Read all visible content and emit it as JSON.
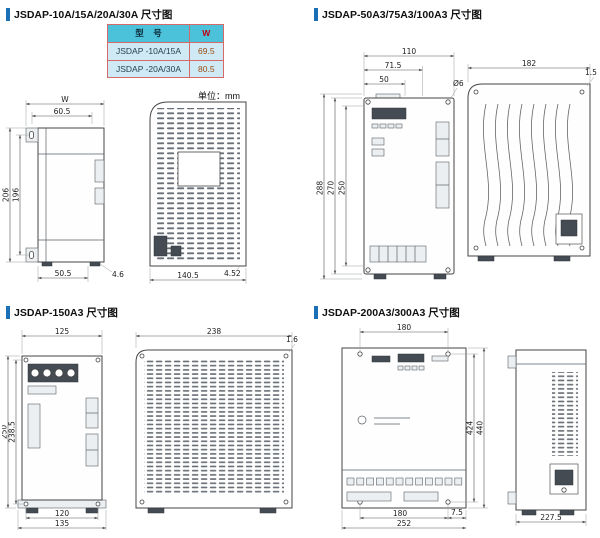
{
  "sections": {
    "s1": {
      "title": "JSDAP-10A/15A/20A/30A 尺寸图",
      "unit_note": "单位：mm",
      "table": {
        "col_model": "型    号",
        "col_w": "W",
        "rows": [
          {
            "model": "JSDAP -10A/15A",
            "w": "69.5"
          },
          {
            "model": "JSDAP -20A/30A",
            "w": "80.5"
          }
        ]
      },
      "dims": {
        "W": "W",
        "d60_5": "60.5",
        "d206": "206",
        "d196": "196",
        "d4_6": "4.6",
        "d50_5": "50.5",
        "d140_5": "140.5",
        "d4_52": "4.52"
      }
    },
    "s2": {
      "title": "JSDAP-50A3/75A3/100A3 尺寸图",
      "dims": {
        "d110": "110",
        "d71_5": "71.5",
        "d50": "50",
        "dia6": "Ø6",
        "d288": "288",
        "d270": "270",
        "d250": "250",
        "d182": "182",
        "d1_5": "1.5"
      }
    },
    "s3": {
      "title": "JSDAP-150A3 尺寸图",
      "dims": {
        "d125": "125",
        "d250": "250",
        "d238_5": "238.5",
        "d120": "120",
        "d135": "135",
        "d238": "238",
        "d1_6": "1.6"
      }
    },
    "s4": {
      "title": "JSDAP-200A3/300A3 尺寸图",
      "dims": {
        "d180_top": "180",
        "d424": "424",
        "d440": "440",
        "d180_bottom": "180",
        "d7_5": "7.5",
        "d252": "252",
        "d227_5": "227.5"
      }
    }
  }
}
